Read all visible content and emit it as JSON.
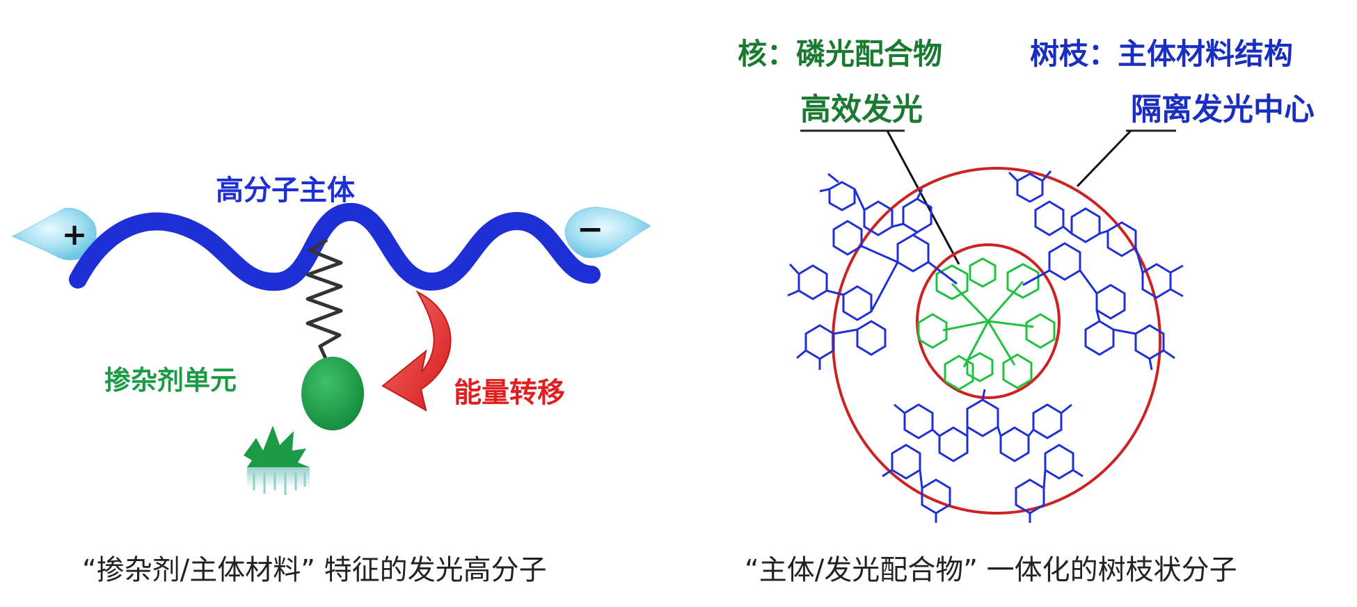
{
  "left_panel": {
    "host_label": "高分子主体",
    "dopant_label": "掺杂剂单元",
    "energy_label": "能量转移",
    "plus_sign": "+",
    "minus_sign": "−",
    "caption": "“掺杂剂/主体材料” 特征的发光高分子",
    "colors": {
      "backbone": "#1f2fd6",
      "dopant": "#1c9a45",
      "arrow": "#e02020",
      "charge_bubble": "#8ed8ee"
    }
  },
  "right_panel": {
    "core_line1": "核：磷光配合物",
    "core_line2": "高效发光",
    "dendron_line1": "树枝：主体材料结构",
    "dendron_line2": "隔离发光中心",
    "caption": "“主体/发光配合物” 一体化的树枝状分子",
    "colors": {
      "core": "#20c040",
      "dendron": "#1f2fd6",
      "circle": "#cc2222",
      "core_text": "#1a7a30",
      "dendron_text": "#1a2fc0"
    }
  }
}
